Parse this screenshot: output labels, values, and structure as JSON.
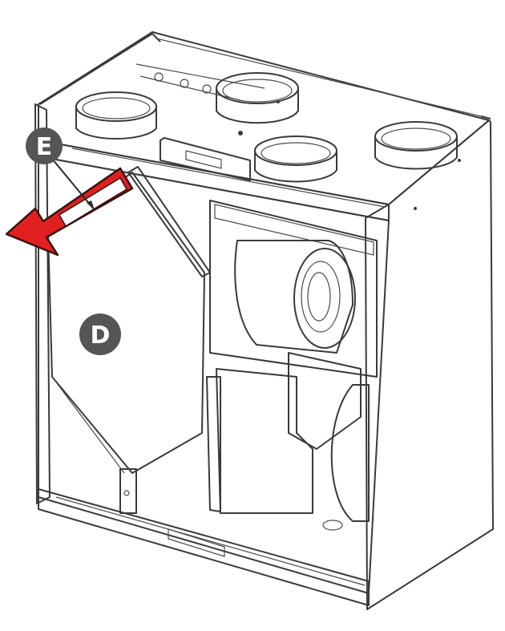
{
  "diagram": {
    "subject": "ventilation-unit-with-heat-exchanger",
    "colors": {
      "cabinet_fill": "#f7f7f7",
      "cabinet_side": "#ececec",
      "inner_panel": "#e6e6e6",
      "outline": "#3a3a3a",
      "callout_fill": "#555555",
      "callout_text": "#ffffff",
      "arrow_fill": "#e02020",
      "arrow_stroke": "#3a1010"
    },
    "callouts": [
      {
        "id": "E",
        "label": "E",
        "refers_to": "filter-being-removed"
      },
      {
        "id": "D",
        "label": "D",
        "refers_to": "heat-exchanger"
      }
    ],
    "arrow": {
      "meaning": "pull-out-direction",
      "color": "#e02020"
    }
  }
}
